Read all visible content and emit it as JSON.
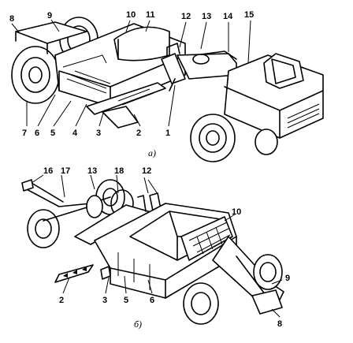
{
  "diagram": {
    "top_view": {
      "caption": "a)",
      "labels": [
        "1",
        "2",
        "3",
        "4",
        "5",
        "6",
        "7",
        "8",
        "9",
        "10",
        "11",
        "12",
        "13",
        "14",
        "15"
      ]
    },
    "bottom_view": {
      "caption": "б)",
      "labels": [
        "2",
        "3",
        "5",
        "6",
        "8",
        "9",
        "10",
        "12",
        "13",
        "16",
        "17",
        "18"
      ]
    }
  }
}
